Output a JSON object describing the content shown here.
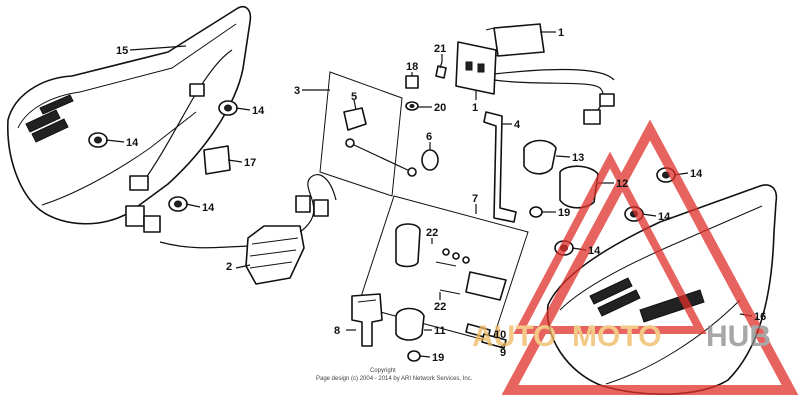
{
  "colors": {
    "line": "#111111",
    "watermark_red": "#e0302a",
    "watermark_orange": "#f0b860",
    "watermark_gray": "#8a8a8a"
  },
  "callouts": {
    "p1a": "1",
    "p1b": "1",
    "p2": "2",
    "p3": "3",
    "p4": "4",
    "p5": "5",
    "p6": "6",
    "p7": "7",
    "p8": "8",
    "p9": "9",
    "p10": "10",
    "p11": "11",
    "p12": "12",
    "p13": "13",
    "p14a": "14",
    "p14b": "14",
    "p14c": "14",
    "p14d": "14",
    "p14e": "14",
    "p14f": "14",
    "p15": "15",
    "p16": "16",
    "p17": "17",
    "p18": "18",
    "p19a": "19",
    "p19b": "19",
    "p20": "20",
    "p21": "21",
    "p22a": "22",
    "p22b": "22"
  },
  "copyright": {
    "line1": "Copyright",
    "line2": "Page design (c) 2004 - 2014 by ARI Network Services, Inc."
  },
  "watermark": {
    "word_auto": "AUTO",
    "word_moto": "MOTO",
    "word_hub": "HUB"
  }
}
